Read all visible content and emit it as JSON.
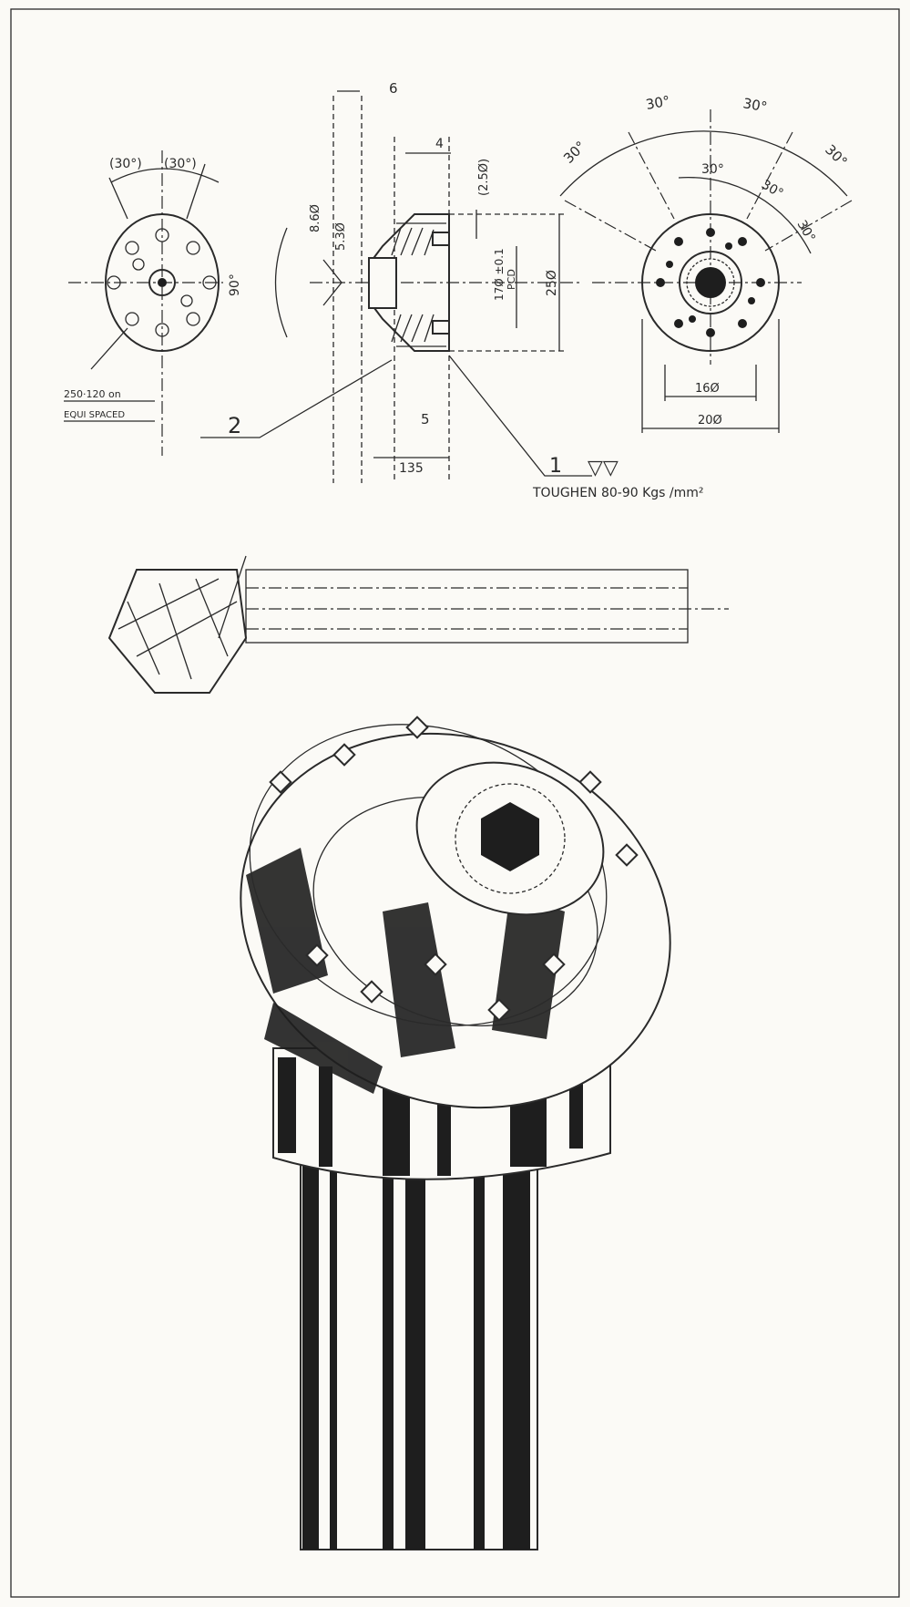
{
  "front_view": {
    "angle_left": "(30°)",
    "angle_right": "(30°)",
    "note_line1": "250·120 on",
    "note_line2": "EQUI SPACED"
  },
  "section_view": {
    "dim_6": "6",
    "dim_4": "4",
    "dim_2_5": "(2.5Ø)",
    "dim_8_6": "8.6Ø",
    "dim_5_3": "5.3Ø",
    "angle_90": "90°",
    "dim_pcd_value": "17Ø ±0.1",
    "dim_pcd_label": "PCD",
    "dim_25": "25Ø",
    "dim_5": "5",
    "dim_135": "135",
    "callout_2": "2",
    "callout_1": "1",
    "surface_symbol": "▽▽",
    "material_note": "TOUGHEN 80-90 Kgs /mm²"
  },
  "end_view": {
    "angles": [
      "30°",
      "30°",
      "30°",
      "30°",
      "30°",
      "30°",
      "30°"
    ],
    "dim_16": "16Ø",
    "dim_20": "20Ø"
  }
}
